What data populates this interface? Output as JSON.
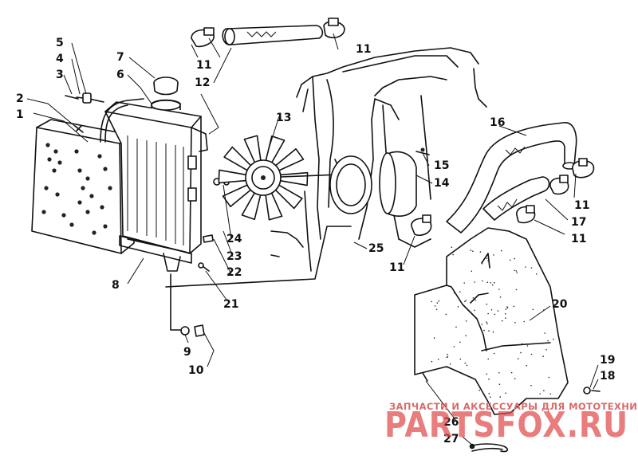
{
  "callouts": [
    {
      "id": "c1",
      "label": "1"
    },
    {
      "id": "c2",
      "label": "2"
    },
    {
      "id": "c3",
      "label": "3"
    },
    {
      "id": "c4",
      "label": "4"
    },
    {
      "id": "c5",
      "label": "5"
    },
    {
      "id": "c6",
      "label": "6"
    },
    {
      "id": "c7",
      "label": "7"
    },
    {
      "id": "c8",
      "label": "8"
    },
    {
      "id": "c9",
      "label": "9"
    },
    {
      "id": "c10",
      "label": "10"
    },
    {
      "id": "c11a",
      "label": "11"
    },
    {
      "id": "c11b",
      "label": "11"
    },
    {
      "id": "c11c",
      "label": "11"
    },
    {
      "id": "c11d",
      "label": "11"
    },
    {
      "id": "c11e",
      "label": "11"
    },
    {
      "id": "c12",
      "label": "12"
    },
    {
      "id": "c13",
      "label": "13"
    },
    {
      "id": "c14",
      "label": "14"
    },
    {
      "id": "c15",
      "label": "15"
    },
    {
      "id": "c16",
      "label": "16"
    },
    {
      "id": "c17",
      "label": "17"
    },
    {
      "id": "c18",
      "label": "18"
    },
    {
      "id": "c19",
      "label": "19"
    },
    {
      "id": "c20",
      "label": "20"
    },
    {
      "id": "c21",
      "label": "21"
    },
    {
      "id": "c22",
      "label": "22"
    },
    {
      "id": "c23",
      "label": "23"
    },
    {
      "id": "c24",
      "label": "24"
    },
    {
      "id": "c25",
      "label": "25"
    },
    {
      "id": "c26",
      "label": "26"
    },
    {
      "id": "c27",
      "label": "27"
    }
  ],
  "watermark": {
    "tagline": "ЗАПЧАСТИ И АКСЕССУАРЫ ДЛЯ МОТОТЕХНИКИ",
    "brand": "PARTSFOX.RU"
  },
  "colors": {
    "ink": "#111111",
    "watermark": "#e04a4a"
  }
}
